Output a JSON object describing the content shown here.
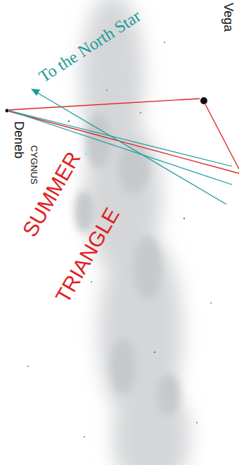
{
  "diagram": {
    "labels": [
      "Vega",
      "Deneb",
      "CYGNUS",
      "To the North Star",
      "SUMMER",
      "TRIANGLE"
    ]
  }
}
